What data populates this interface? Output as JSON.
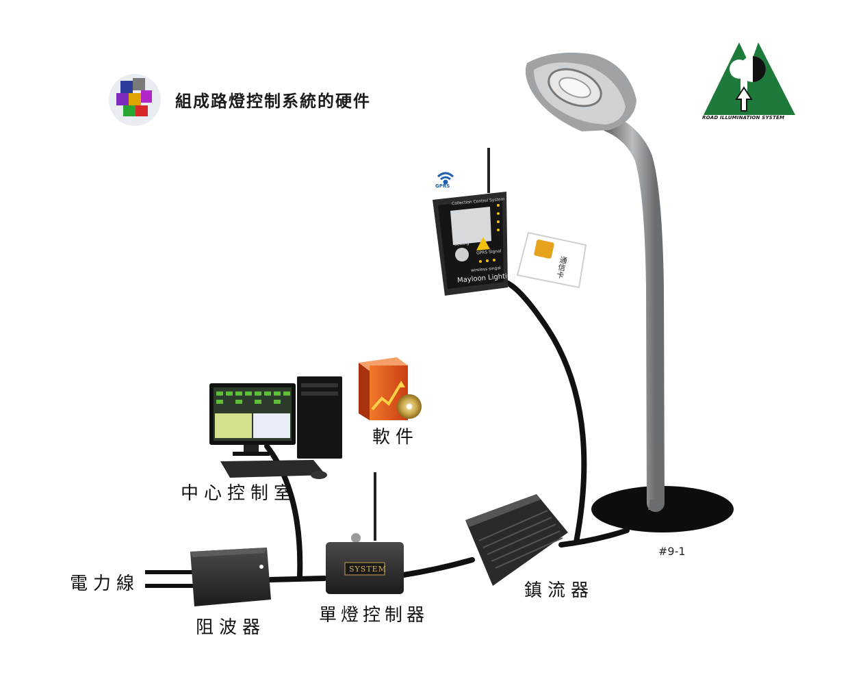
{
  "header": {
    "title": "組成路燈控制系統的硬件",
    "icon": "puzzle-icon"
  },
  "logo": {
    "caption": "ROAD ILLUMINATION SYSTEM",
    "color": "#1e7a3a"
  },
  "concentrator": {
    "gprs_label": "GPRS",
    "panel_title": "Collection Control System",
    "setting_label": "Setting",
    "gprs_signal_label": "GPRS Signal",
    "wireless_label": "wireless singal",
    "brand": "Mayloon Lighting",
    "sim_text": "通信卡"
  },
  "labels": {
    "software": "軟件",
    "control_room": "中心控制室",
    "power_line": "電力線",
    "filter": "阻波器",
    "single_lamp_controller": "單燈控制器",
    "ballast": "鎮流器",
    "lamp_id": "#9-1"
  },
  "controller_box_text": "SYSTEM",
  "colors": {
    "cable": "#111111",
    "pole": "#8a8d90",
    "base": "#0d0d0d",
    "software_box": "#e8531c"
  }
}
